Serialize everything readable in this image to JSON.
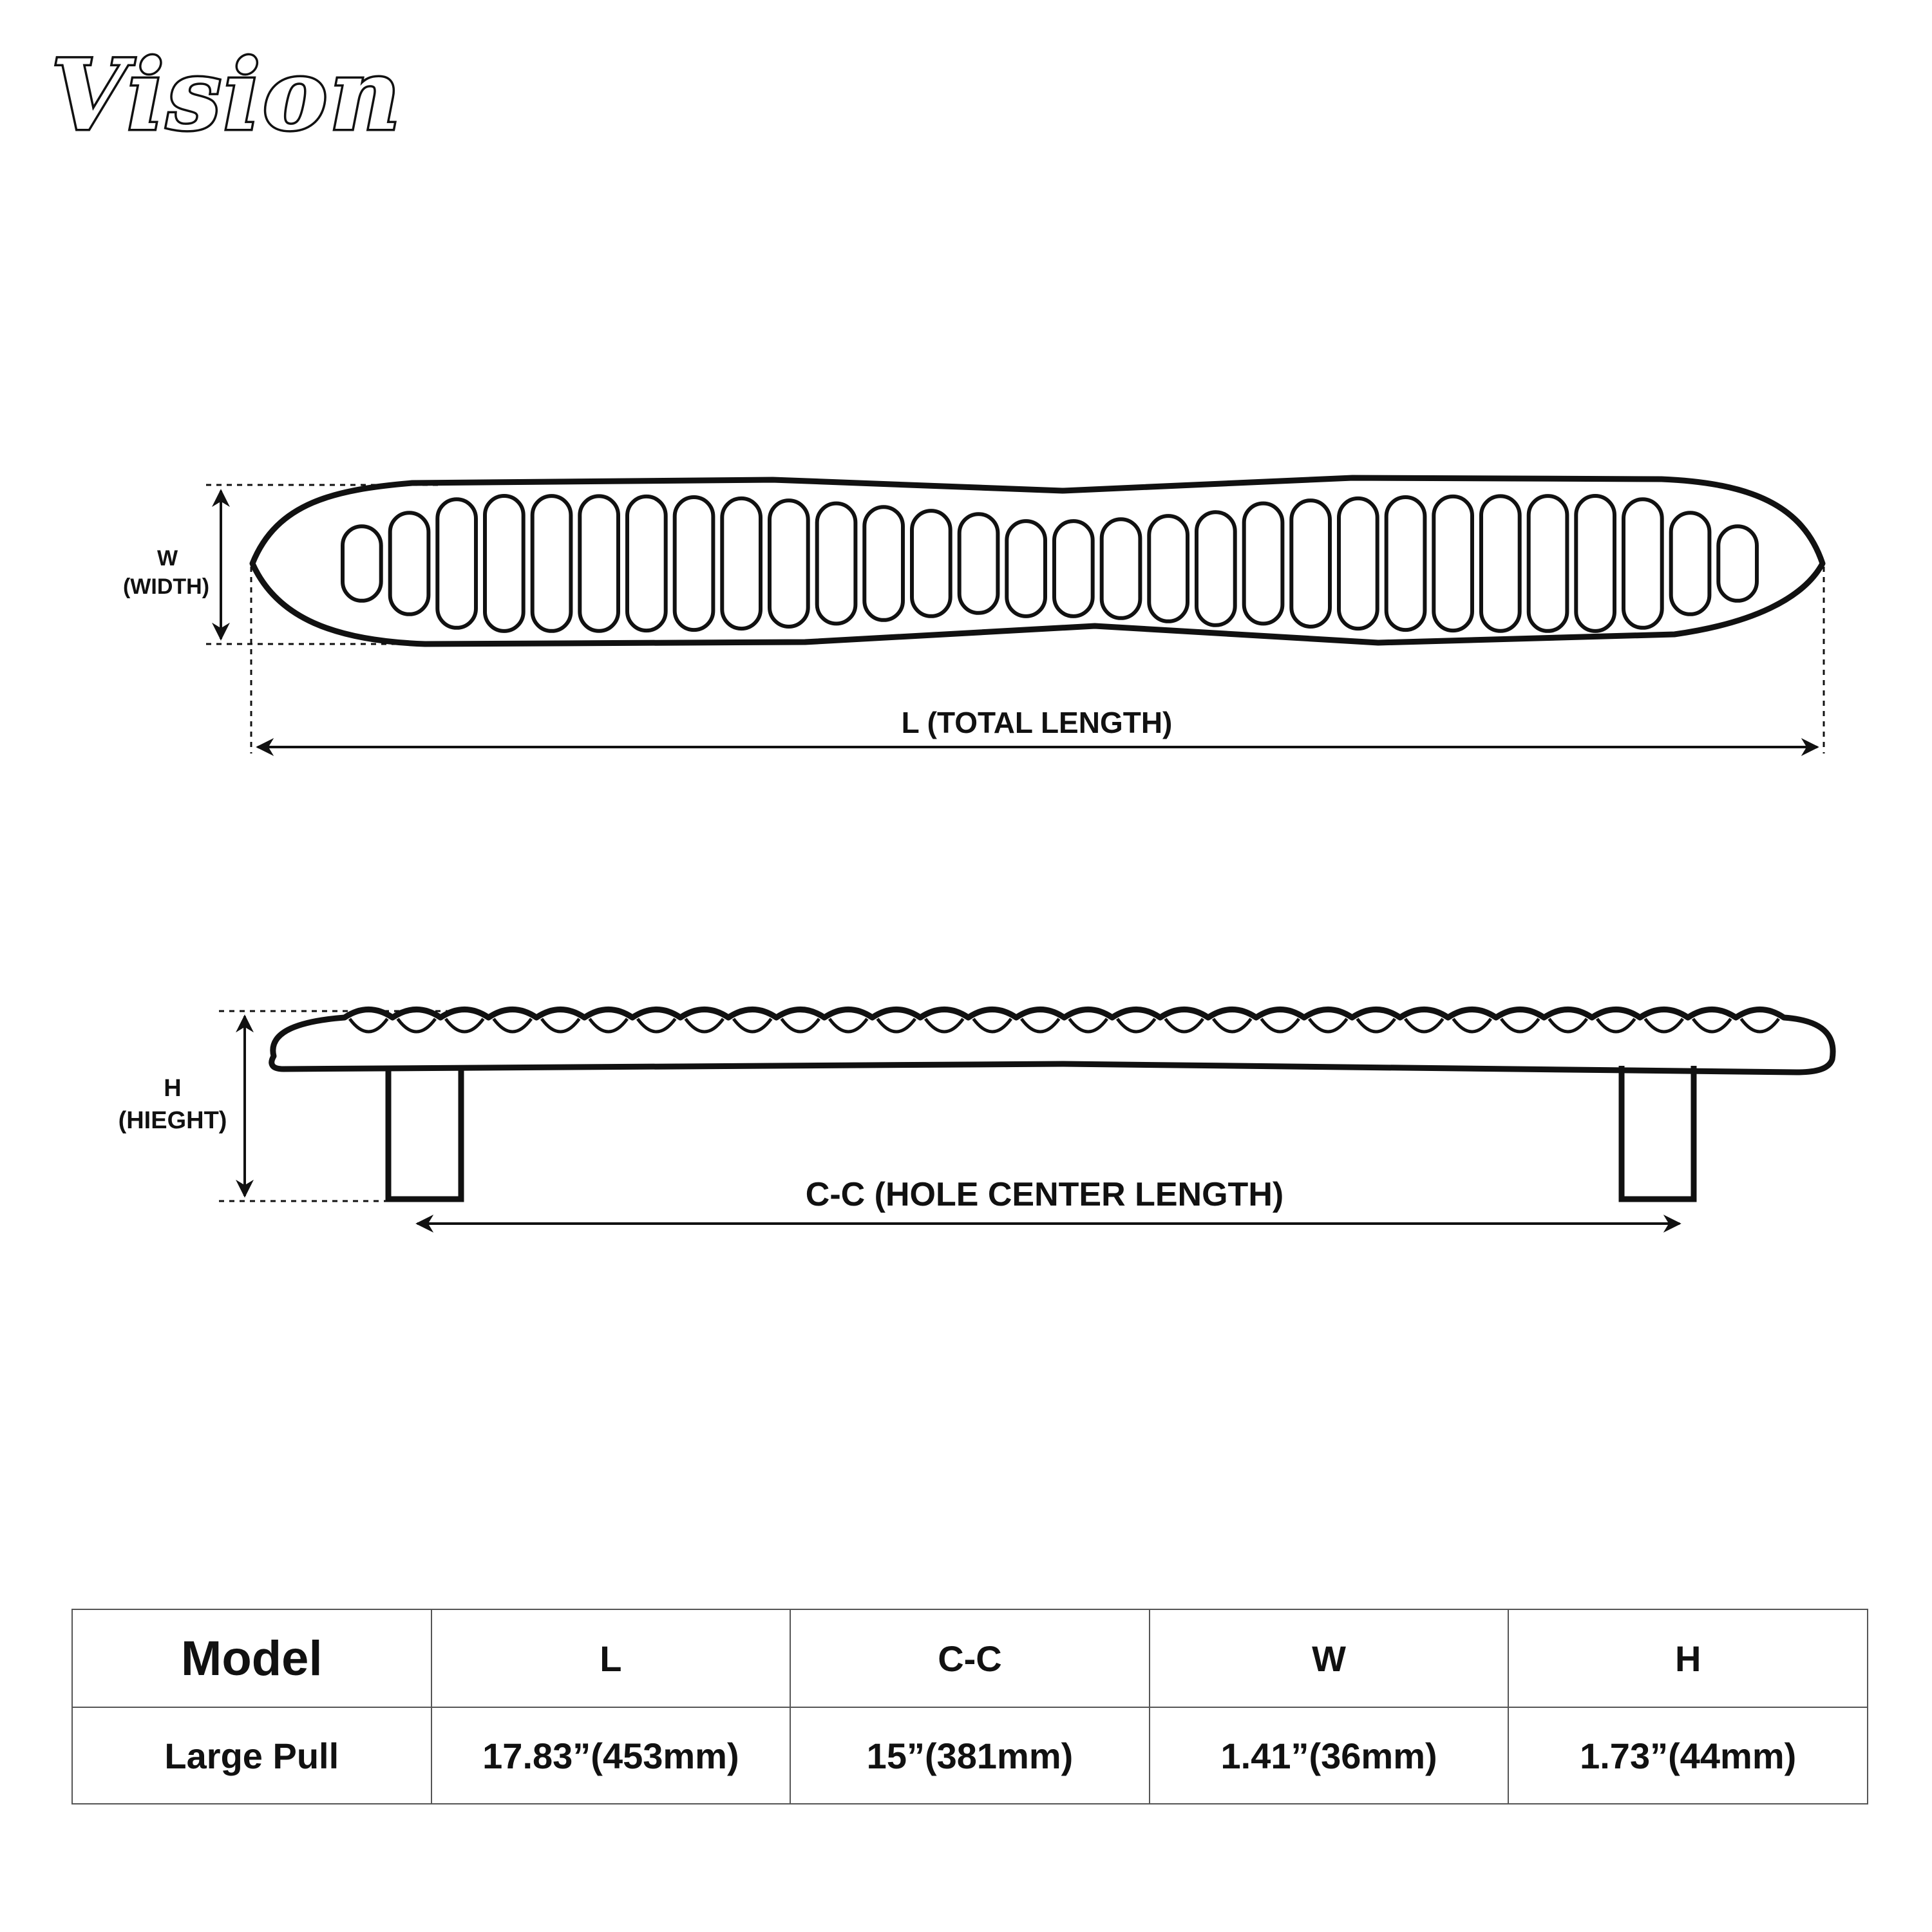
{
  "brand": {
    "logo_text": "Vision"
  },
  "top_view": {
    "width_label_line1": "W",
    "width_label_line2": "(WIDTH)",
    "length_label": "L (TOTAL LENGTH)",
    "groove_count": 30
  },
  "side_view": {
    "height_label_line1": "H",
    "height_label_line2": "(HIEGHT)",
    "cc_label": "C-C (HOLE CENTER LENGTH)",
    "bump_count": 30
  },
  "spec_table": {
    "headers": [
      "Model",
      "L",
      "C-C",
      "W",
      "H"
    ],
    "rows": [
      [
        "Large Pull",
        "17.83”(453mm)",
        "15”(381mm)",
        "1.41”(36mm)",
        "1.73”(44mm)"
      ]
    ]
  },
  "colors": {
    "ink": "#111111",
    "table_border": "#555555",
    "background": "#ffffff"
  }
}
